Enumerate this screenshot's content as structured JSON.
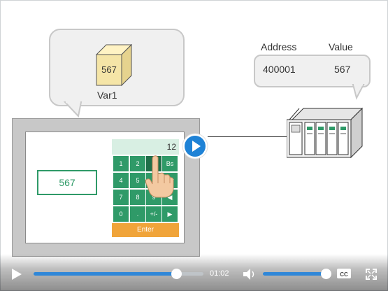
{
  "variable": {
    "value": "567",
    "name": "Var1"
  },
  "plc_callout": {
    "address_header": "Address",
    "value_header": "Value",
    "address": "400001",
    "value": "567"
  },
  "hmi": {
    "display_value": "567",
    "keypad": {
      "display": "12",
      "keys": [
        "1",
        "2",
        "3",
        "Bs",
        "4",
        "5",
        "6",
        "Clr",
        "7",
        "8",
        "9",
        "◀",
        "0",
        ".",
        "+/-",
        "▶"
      ],
      "enter": "Enter"
    }
  },
  "player": {
    "time": "01:02",
    "progress": 0.84,
    "volume": 0.98,
    "icons": {
      "play": "play-icon",
      "volume": "volume-icon",
      "captions": "closed-captions-icon",
      "fullscreen": "fullscreen-icon",
      "center": "play-circle-icon"
    },
    "colors": {
      "accent": "#2f87d8",
      "track": "#bfc4c8"
    }
  },
  "colors": {
    "green": "#2f9a68",
    "orange": "#f0a43a"
  }
}
